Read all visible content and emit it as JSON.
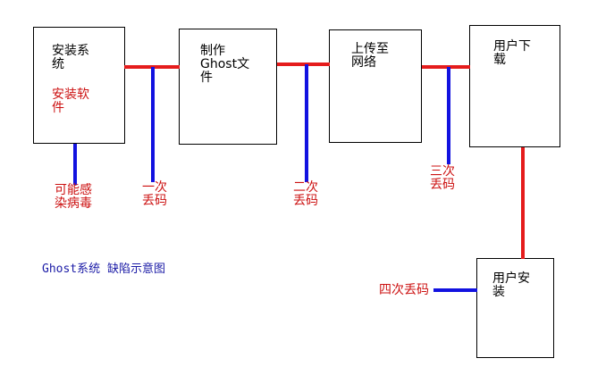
{
  "colors": {
    "connector_red": "#e51c1c",
    "connector_blue": "#1212e0",
    "label_red": "#cc1111",
    "caption_blue": "#1a1aa6",
    "box_border": "#000000"
  },
  "boxes": [
    {
      "id": "install",
      "label": "安装系\n统",
      "sublabel": "安装软\n件"
    },
    {
      "id": "make-ghost",
      "label": "制作\nGhost文\n件"
    },
    {
      "id": "upload",
      "label": "上传至\n网络"
    },
    {
      "id": "download",
      "label": "用户下\n载"
    },
    {
      "id": "user-install",
      "label": "用户安\n装"
    }
  ],
  "loss_labels": [
    {
      "id": "virus",
      "label": "可能感\n染病毒"
    },
    {
      "id": "loss1",
      "label": "一次\n丢码"
    },
    {
      "id": "loss2",
      "label": "二次\n丢码"
    },
    {
      "id": "loss3",
      "label": "三次\n丢码"
    },
    {
      "id": "loss4",
      "label": "四次丢码"
    }
  ],
  "caption": "Ghost系统 缺陷示意图"
}
